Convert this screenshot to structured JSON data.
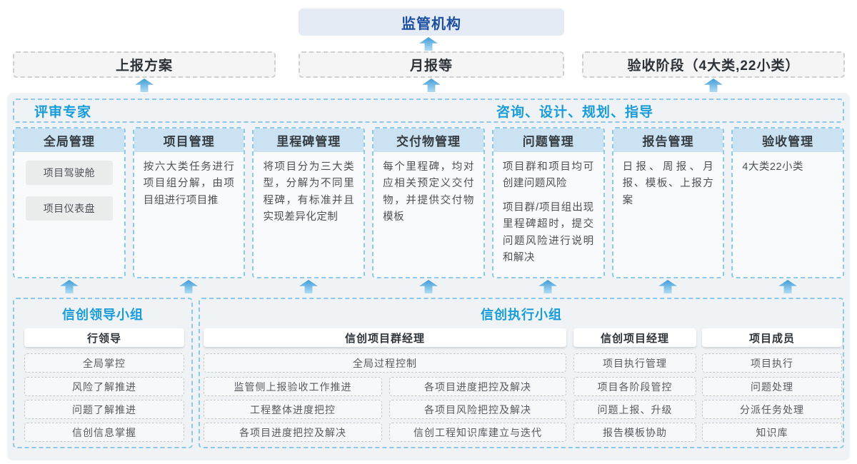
{
  "colors": {
    "accent_blue": "#189cd9",
    "dark_blue": "#1c4f9e",
    "column_header_bg": "#cae2f1",
    "dashed_blue_border": "#8cc8ea",
    "container_bg": "#f0f3f6",
    "arrow_blue": "#3f9cd6"
  },
  "top": {
    "regulator": "监管机构",
    "reports": [
      "上报方案",
      "月报等",
      "验收阶段（4大类,22小类）"
    ]
  },
  "expert_bar": {
    "left": "评审专家",
    "right": "咨询、设计、规划、指导"
  },
  "columns": [
    {
      "title": "全局管理",
      "items": [
        "项目驾驶舱",
        "项目仪表盘"
      ]
    },
    {
      "title": "项目管理",
      "body": "按六大类任务进行项目组分解，由项目组进行项目推"
    },
    {
      "title": "里程碑管理",
      "body": "将项目分为三大类型，分解为不同里程碑，有标准并且实现差异化定制"
    },
    {
      "title": "交付物管理",
      "body": "每个里程碑，均对应相关预定义交付物，并提供交付物模板"
    },
    {
      "title": "问题管理",
      "body": "项目群和项目均可创建问题风险",
      "body2": "项目群/项目组出现里程碑超时，提交问题风险进行说明和解决"
    },
    {
      "title": "报告管理",
      "body": "日报、周报、月报、模板、上报方案"
    },
    {
      "title": "验收管理",
      "body": "4大类22小类"
    }
  ],
  "leader_group": {
    "title": "信创领导小组",
    "role": "行领导",
    "items": [
      "全局掌控",
      "风险了解推进",
      "问题了解推进",
      "信创信息掌握"
    ]
  },
  "exec_group": {
    "title": "信创执行小组",
    "program_manager": {
      "role": "信创项目群经理",
      "full_item": "全局过程控制",
      "left_items": [
        "监管侧上报验收工作推进",
        "工程整体进度把控",
        "各项目进度把控及解决"
      ],
      "right_items": [
        "各项目进度把控及解决",
        "各项目风险把控及解决",
        "信创工程知识库建立与迭代"
      ]
    },
    "project_manager": {
      "role": "信创项目经理",
      "items": [
        "项目执行管理",
        "项目各阶段管控",
        "问题上报、升级",
        "报告模板协助"
      ]
    },
    "member": {
      "role": "项目成员",
      "items": [
        "项目执行",
        "问题处理",
        "分派任务处理",
        "知识库"
      ]
    }
  }
}
